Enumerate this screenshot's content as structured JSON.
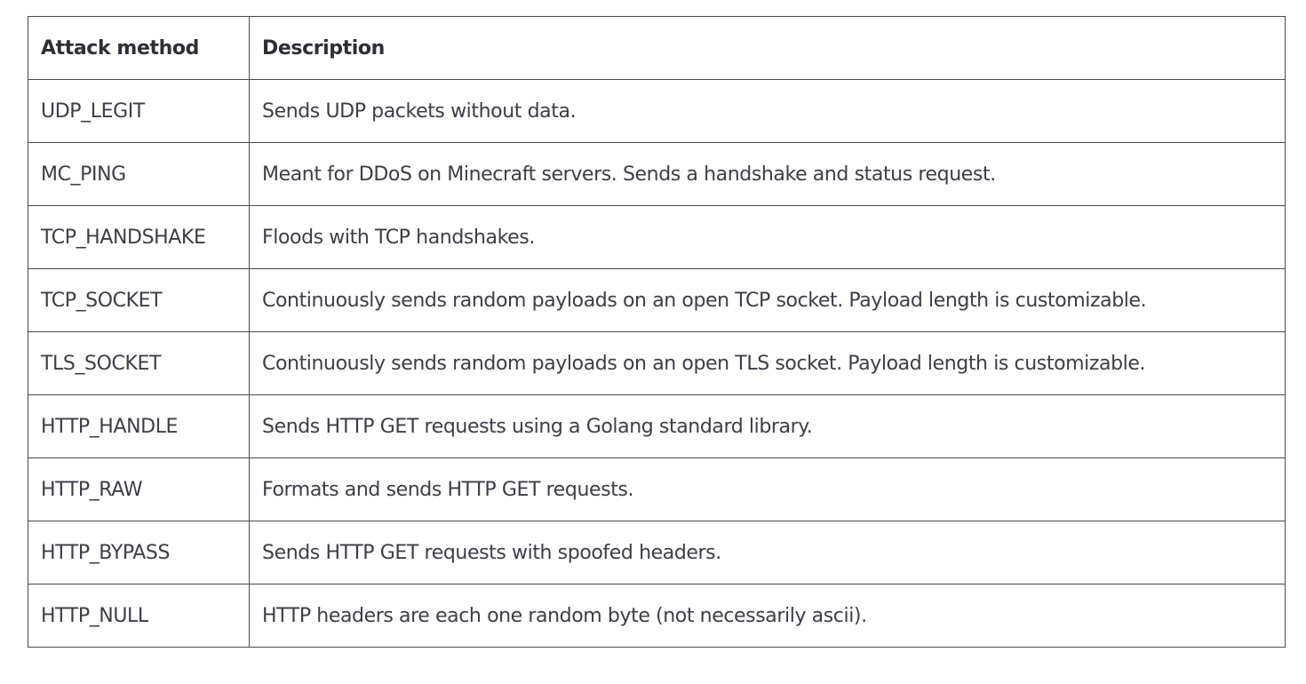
{
  "table": {
    "headers": [
      "Attack method",
      "Description"
    ],
    "rows": [
      {
        "method": "UDP_LEGIT",
        "description": "Sends UDP packets without data."
      },
      {
        "method": "MC_PING",
        "description": "Meant for DDoS on Minecraft servers. Sends a handshake and status request."
      },
      {
        "method": "TCP_HANDSHAKE",
        "description": "Floods with TCP handshakes."
      },
      {
        "method": "TCP_SOCKET",
        "description": "Continuously sends random payloads on an open TCP socket. Payload length is customizable."
      },
      {
        "method": "TLS_SOCKET",
        "description": "Continuously sends random payloads on an open TLS socket. Payload length is customizable."
      },
      {
        "method": "HTTP_HANDLE",
        "description": "Sends HTTP GET requests using a Golang standard library."
      },
      {
        "method": "HTTP_RAW",
        "description": "Formats and sends HTTP GET requests."
      },
      {
        "method": "HTTP_BYPASS",
        "description": "Sends HTTP GET requests with spoofed headers."
      },
      {
        "method": "HTTP_NULL",
        "description": "HTTP headers are each one random byte (not necessarily ascii)."
      }
    ]
  }
}
